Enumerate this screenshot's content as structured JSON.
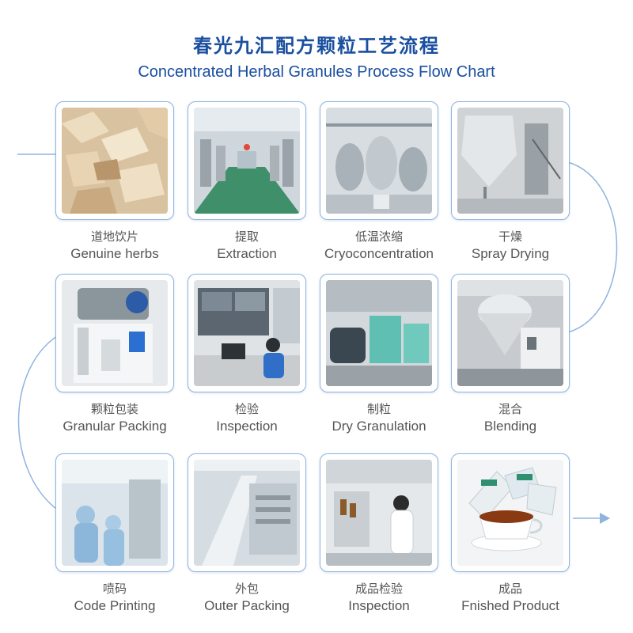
{
  "title_cn": "春光九汇配方颗粒工艺流程",
  "title_en": "Concentrated Herbal Granules Process Flow Chart",
  "colors": {
    "accent": "#1a4fa0",
    "line": "#8fb4e0",
    "text": "#555555"
  },
  "steps": [
    {
      "cn": "道地饮片",
      "en": "Genuine herbs",
      "icon": "herb-slices-photo"
    },
    {
      "cn": "提取",
      "en": "Extraction",
      "icon": "extraction-line-photo"
    },
    {
      "cn": "低温浓缩",
      "en": "Cryoconcentration",
      "icon": "concentration-tanks-photo"
    },
    {
      "cn": "干燥",
      "en": "Spray Drying",
      "icon": "spray-dryer-photo"
    },
    {
      "cn": "混合",
      "en": "Blending",
      "icon": "blender-photo"
    },
    {
      "cn": "制粒",
      "en": "Dry Granulation",
      "icon": "granulator-photo"
    },
    {
      "cn": "检验",
      "en": "Inspection",
      "icon": "control-room-photo"
    },
    {
      "cn": "颗粒包装",
      "en": "Granular Packing",
      "icon": "packing-machine-photo"
    },
    {
      "cn": "喷码",
      "en": "Code Printing",
      "icon": "cleanroom-photo"
    },
    {
      "cn": "外包",
      "en": "Outer Packing",
      "icon": "packing-line-photo"
    },
    {
      "cn": "成品检验",
      "en": "Inspection",
      "icon": "laboratory-photo"
    },
    {
      "cn": "成品",
      "en": "Fnished Product",
      "icon": "tea-cup-photo"
    }
  ]
}
